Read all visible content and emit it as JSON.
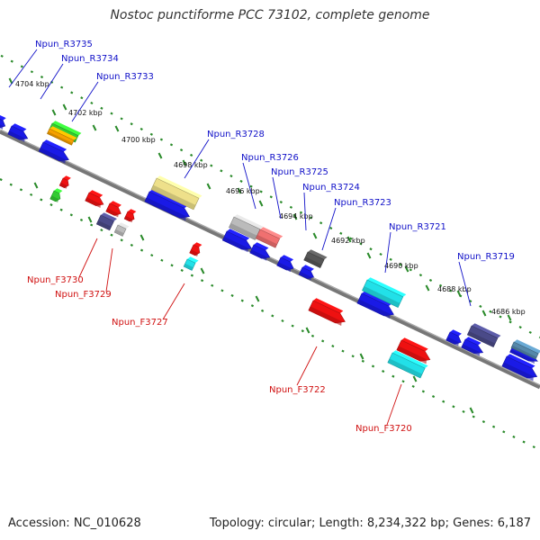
{
  "title": "Nostoc punctiforme PCC 73102, complete genome",
  "footer": {
    "accession": "Accession: NC_010628",
    "summary": "Topology: circular; Length: 8,234,322 bp; Genes: 6,187"
  },
  "colors": {
    "backbone": "#888888",
    "ruler": "#2a8a2a",
    "reverse_label": "#1010c8",
    "forward_label": "#d01010",
    "gene_blue": "#1a1ae6",
    "gene_red": "#ee1111",
    "gene_cyan": "#22e0e8",
    "gene_yellow": "#eee08a",
    "gene_navy": "#4a4a88",
    "gene_green": "#33cc33",
    "gene_orange": "#f5a000",
    "gene_gray": "#bbbbbb",
    "gene_darkgray": "#555555",
    "gene_pink": "#f07070"
  },
  "ruler_ticks": [
    "4704 kbp",
    "4702 kbp",
    "4700 kbp",
    "4698 kbp",
    "4696 kbp",
    "4694 kbp",
    "4692 kbp",
    "4690 kbp",
    "4688 kbp",
    "4686 kbp"
  ],
  "reverse_labels": [
    "Npun_R3735",
    "Npun_R3734",
    "Npun_R3733",
    "Npun_R3728",
    "Npun_R3726",
    "Npun_R3725",
    "Npun_R3724",
    "Npun_R3723",
    "Npun_R3721",
    "Npun_R3719"
  ],
  "forward_labels": [
    "Npun_F3730",
    "Npun_F3729",
    "Npun_F3727",
    "Npun_F3722",
    "Npun_F3720"
  ]
}
